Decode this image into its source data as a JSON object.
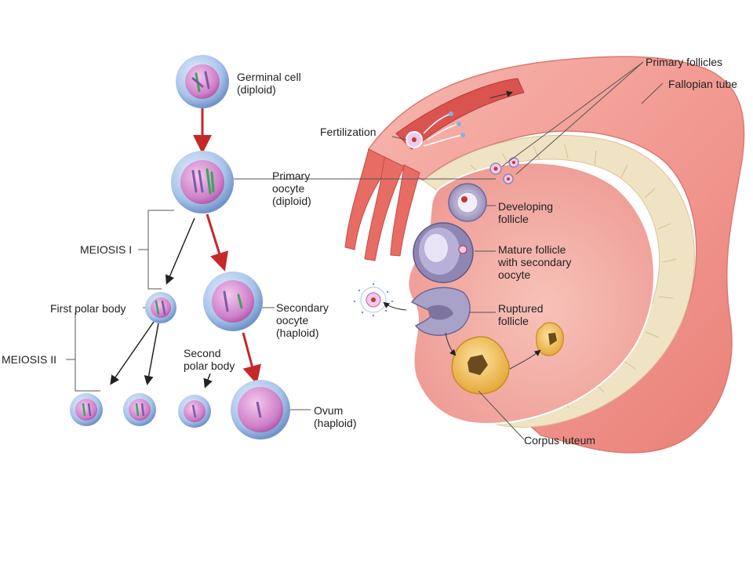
{
  "colors": {
    "arrow_red": "#c62828",
    "cell_outer": "#a9c4ea",
    "cell_inner": "#cf7fc9",
    "tissue_pink": "#f2a3a0",
    "tube_red": "#e2655e",
    "fringe_cream": "#efe3c4",
    "follicle_purple": "#8f86b3",
    "corpus_yellow": "#f1c04e",
    "line_gray": "#555555"
  },
  "labels": {
    "germinal_cell": [
      "Germinal cell",
      "(diploid)"
    ],
    "primary_oocyte": [
      "Primary",
      "oocyte",
      "(diploid)"
    ],
    "meiosis_1": "MEIOSIS I",
    "first_polar_body": "First polar body",
    "secondary_oocyte": [
      "Secondary",
      "oocyte",
      "(haploid)"
    ],
    "meiosis_2": "MEIOSIS II",
    "second_polar_body": [
      "Second",
      "polar body"
    ],
    "ovum": [
      "Ovum",
      "(haploid)"
    ],
    "fertilization": "Fertilization",
    "primary_follicles": "Primary follicles",
    "fallopian_tube": "Fallopian tube",
    "developing_follicle": [
      "Developing",
      "follicle"
    ],
    "mature_follicle": [
      "Mature follicle",
      "with secondary",
      "oocyte"
    ],
    "ruptured_follicle": [
      "Ruptured",
      "follicle"
    ],
    "corpus_luteum": "Corpus luteum"
  }
}
